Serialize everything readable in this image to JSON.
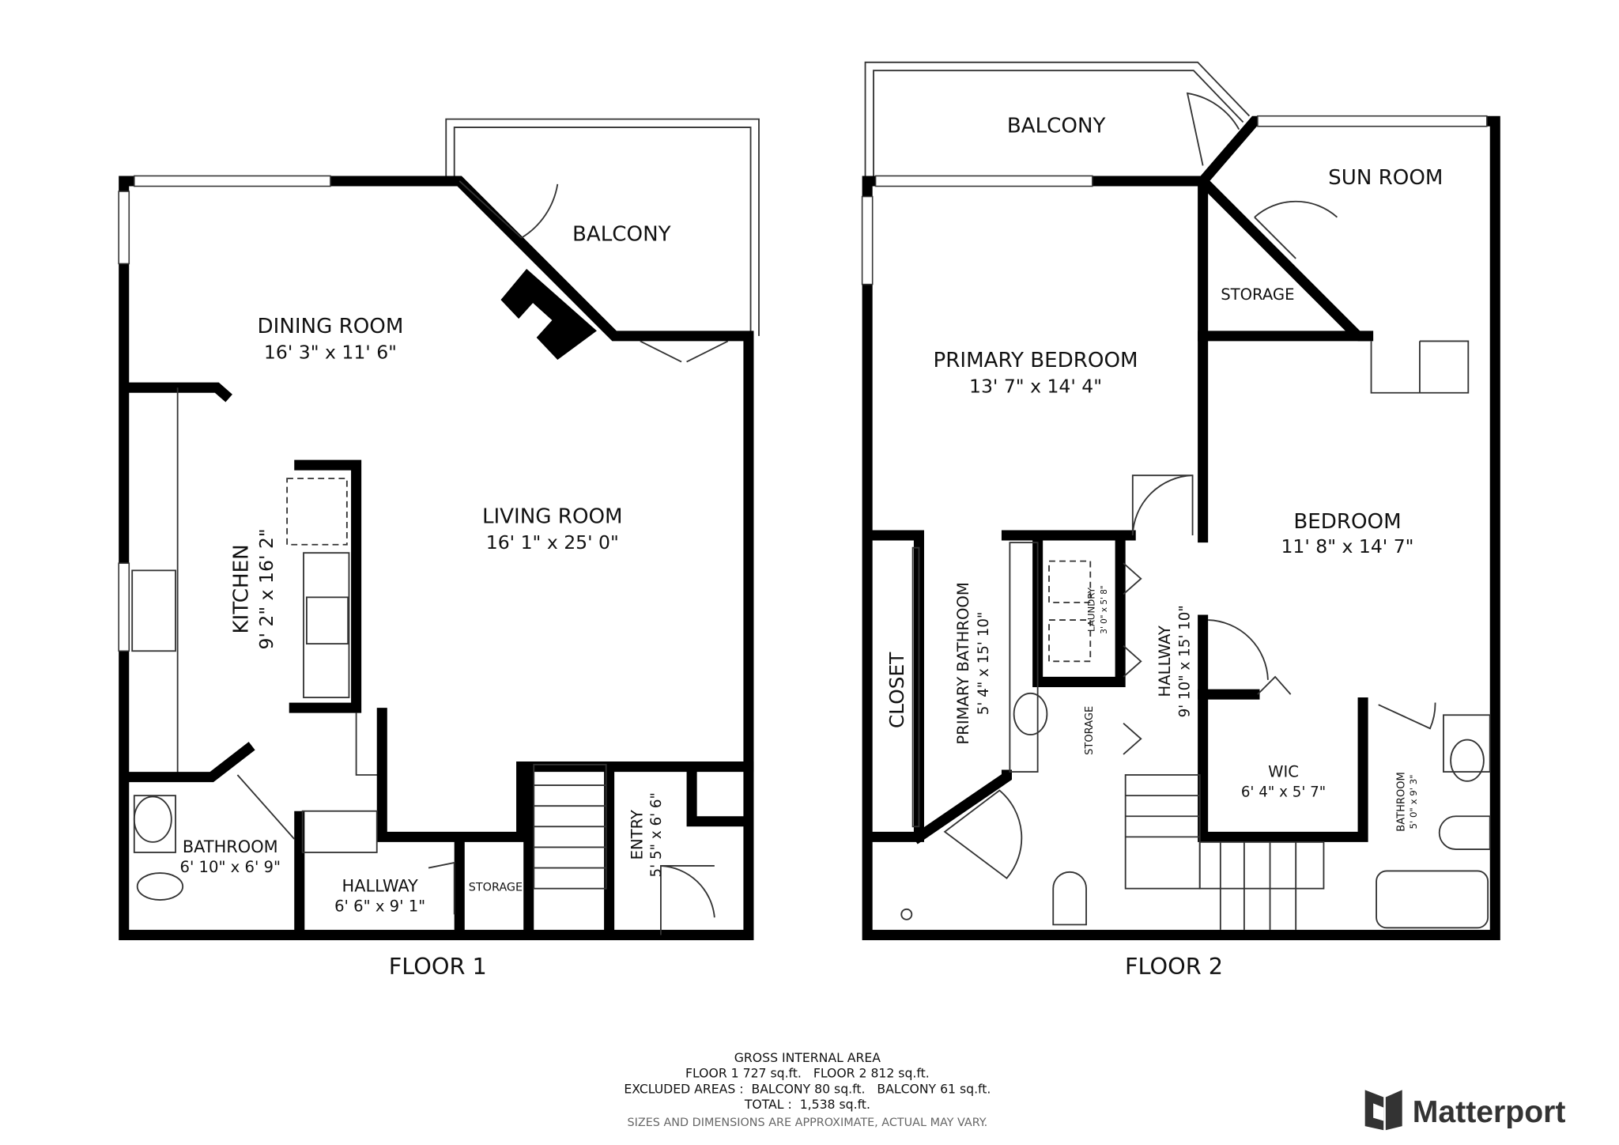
{
  "floors": [
    {
      "title": "FLOOR 1",
      "rooms": [
        {
          "name": "DINING ROOM",
          "dims": "16' 3\" x 11' 6\""
        },
        {
          "name": "BALCONY",
          "dims": ""
        },
        {
          "name": "LIVING ROOM",
          "dims": "16' 1\" x 25' 0\""
        },
        {
          "name": "KITCHEN",
          "dims": "9' 2\" x 16' 2\""
        },
        {
          "name": "BATHROOM",
          "dims": "6' 10\" x 6' 9\""
        },
        {
          "name": "HALLWAY",
          "dims": "6' 6\" x 9' 1\""
        },
        {
          "name": "STORAGE",
          "dims": ""
        },
        {
          "name": "ENTRY",
          "dims": "5' 5\" x 6' 6\""
        }
      ]
    },
    {
      "title": "FLOOR 2",
      "rooms": [
        {
          "name": "BALCONY",
          "dims": ""
        },
        {
          "name": "SUN ROOM",
          "dims": ""
        },
        {
          "name": "STORAGE",
          "dims": ""
        },
        {
          "name": "PRIMARY BEDROOM",
          "dims": "13' 7\" x 14' 4\""
        },
        {
          "name": "BEDROOM",
          "dims": "11' 8\" x 14' 7\""
        },
        {
          "name": "CLOSET",
          "dims": ""
        },
        {
          "name": "PRIMARY BATHROOM",
          "dims": "5' 4\" x 15' 10\""
        },
        {
          "name": "LAUNDRY",
          "dims": "3' 0\" x 5' 8\""
        },
        {
          "name": "STORAGE",
          "dims": ""
        },
        {
          "name": "HALLWAY",
          "dims": "9' 10\" x 15' 10\""
        },
        {
          "name": "WIC",
          "dims": "6' 4\" x 5' 7\""
        },
        {
          "name": "BATHROOM",
          "dims": "5' 0\" x 9' 3\""
        }
      ]
    }
  ],
  "area": {
    "heading": "GROSS INTERNAL AREA",
    "floors_line": "FLOOR 1 727 sq.ft.   FLOOR 2 812 sq.ft.",
    "excluded_line": "EXCLUDED AREAS :  BALCONY 80 sq.ft.   BALCONY 61 sq.ft.",
    "total_line": "TOTAL :  1,538 sq.ft.",
    "disclaimer": "SIZES AND DIMENSIONS ARE APPROXIMATE, ACTUAL MAY VARY."
  },
  "brand": {
    "name": "Matterport",
    "logo_color": "#333333"
  }
}
